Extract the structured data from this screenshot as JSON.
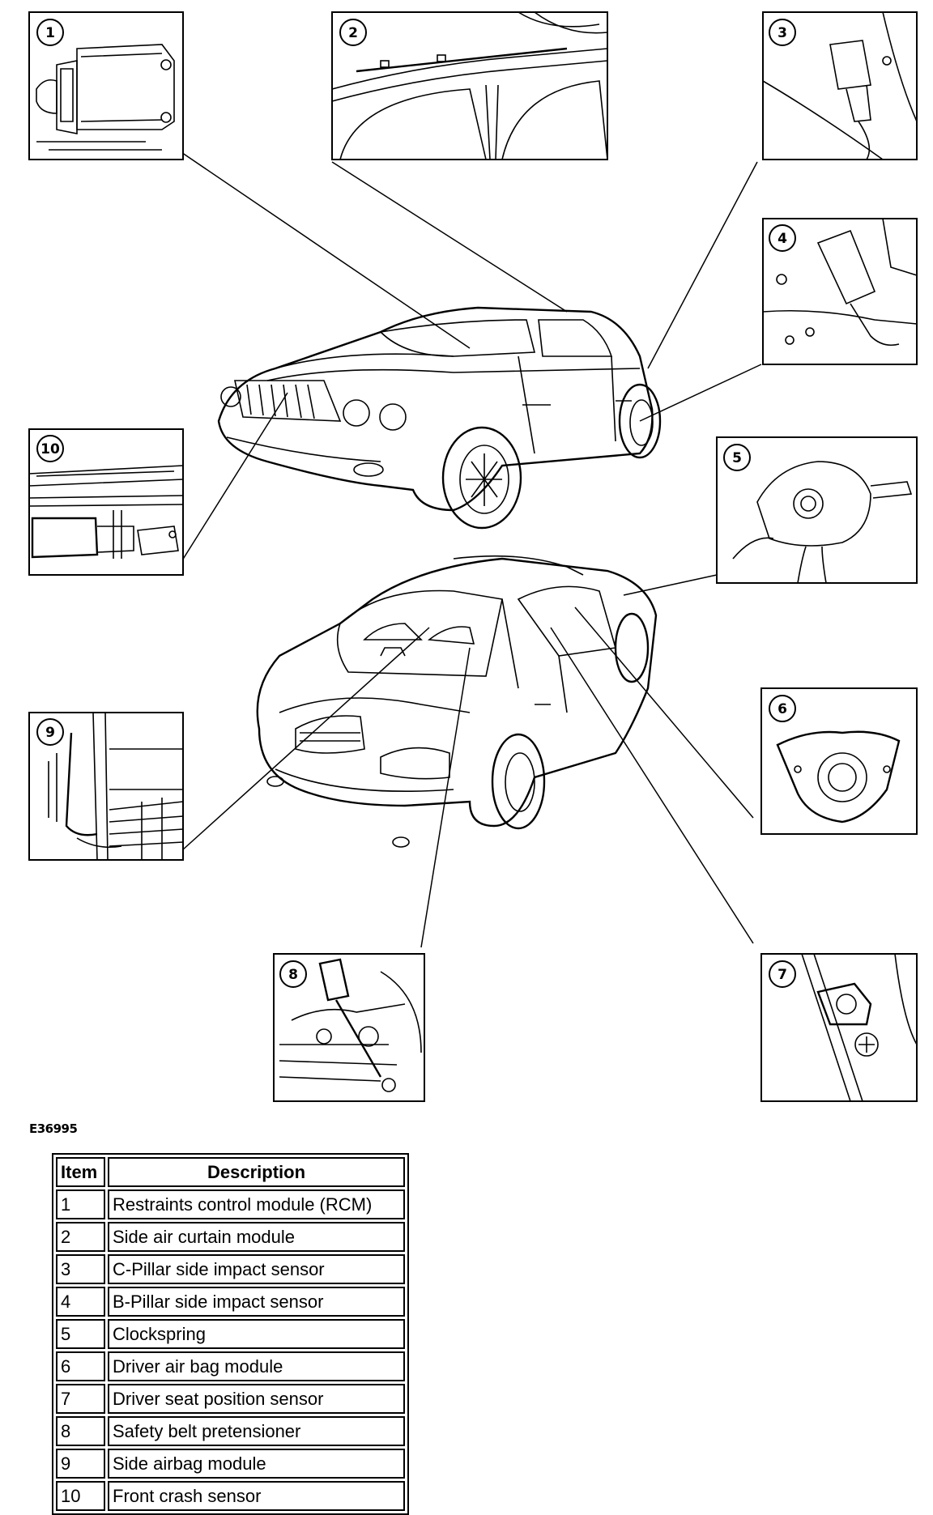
{
  "figure_id": "E36995",
  "callout_numbers": [
    "1",
    "2",
    "3",
    "4",
    "5",
    "6",
    "7",
    "8",
    "9",
    "10"
  ],
  "legend": {
    "headers": {
      "item": "Item",
      "description": "Description"
    },
    "rows": [
      {
        "item": "1",
        "description": "Restraints control module (RCM)"
      },
      {
        "item": "2",
        "description": "Side air curtain module"
      },
      {
        "item": "3",
        "description": "C-Pillar side impact sensor"
      },
      {
        "item": "4",
        "description": "B-Pillar side impact sensor"
      },
      {
        "item": "5",
        "description": "Clockspring"
      },
      {
        "item": "6",
        "description": "Driver air bag module"
      },
      {
        "item": "7",
        "description": "Driver seat position sensor"
      },
      {
        "item": "8",
        "description": "Safety belt pretensioner"
      },
      {
        "item": "9",
        "description": "Side airbag module"
      },
      {
        "item": "10",
        "description": "Front crash sensor"
      }
    ]
  }
}
